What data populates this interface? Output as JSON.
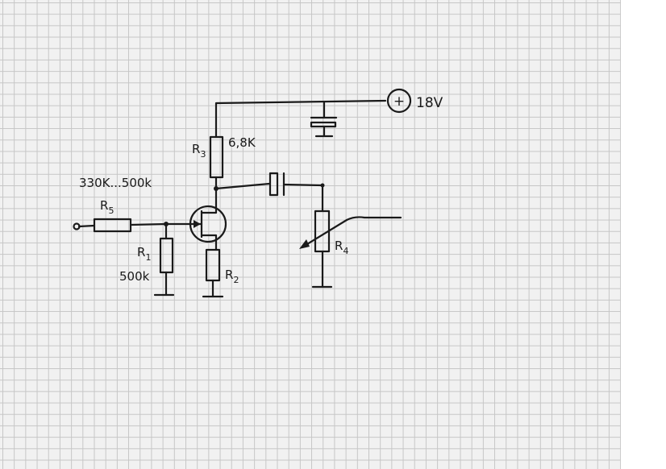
{
  "diagram": {
    "supply": {
      "symbol": "+",
      "voltage": "18V"
    },
    "components": {
      "r3": {
        "designator": "R",
        "index": "3",
        "value": "6,8K"
      },
      "r5": {
        "designator": "R",
        "index": "5",
        "value": "330K...500k"
      },
      "r1": {
        "designator": "R",
        "index": "1",
        "value": "500k"
      },
      "r2": {
        "designator": "R",
        "index": "2"
      },
      "r4": {
        "designator": "R",
        "index": "4"
      }
    }
  }
}
